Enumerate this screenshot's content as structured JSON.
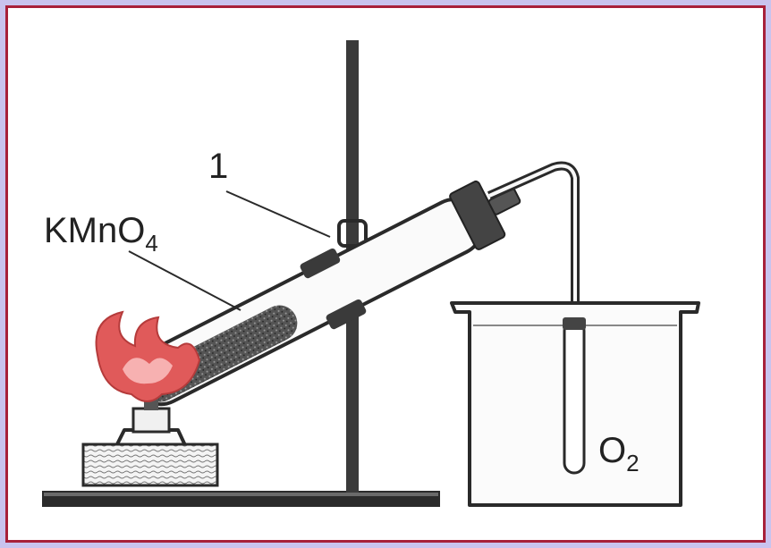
{
  "labels": {
    "pointer_1": "1",
    "reagent": "KMnO4",
    "reagent_base": "KMnO",
    "reagent_sub": "4",
    "gas": "O2",
    "gas_base": "O",
    "gas_sub": "2"
  },
  "colors": {
    "frame": "#c9c3ee",
    "border": "#a8203a",
    "flame": "#e05a5a",
    "ink": "#2a2a2a",
    "powder": "#3a3a3a"
  }
}
